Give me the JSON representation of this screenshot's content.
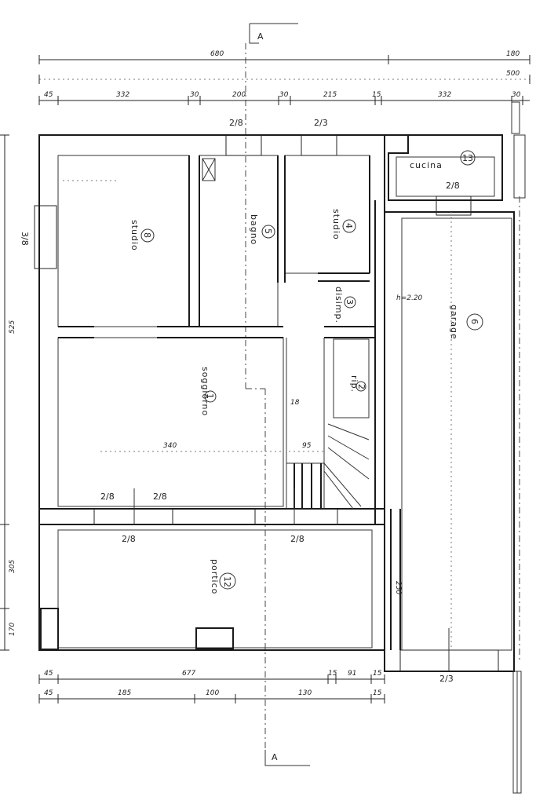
{
  "section_marks": {
    "top": "A",
    "bottom": "A"
  },
  "dims_top_row1": [
    "680",
    "180"
  ],
  "dims_top_row2": [
    "500"
  ],
  "dims_top_row3": [
    "45",
    "332",
    "30",
    "200",
    "30",
    "215",
    "15",
    "332",
    "30"
  ],
  "dims_bottom_row1": [
    "45",
    "677",
    "15",
    "91",
    "15"
  ],
  "dims_bottom_row2": [
    "45",
    "185",
    "100",
    "130",
    "15"
  ],
  "dims_left": [
    "525",
    "305",
    "170"
  ],
  "openings": [
    "2/8",
    "2/3",
    "2/8",
    "3/8",
    "2/8",
    "2/8",
    "2/8",
    "2/8",
    "2/3"
  ],
  "rooms": [
    {
      "name": "studio",
      "num": "8"
    },
    {
      "name": "bagno",
      "num": "5"
    },
    {
      "name": "studio",
      "num": "4"
    },
    {
      "name": "cucina",
      "num": "13"
    },
    {
      "name": "disimp.",
      "num": "3"
    },
    {
      "name": "garage",
      "num": "6"
    },
    {
      "name": "soggiorno",
      "num": "1"
    },
    {
      "name": "portico",
      "num": "12"
    },
    {
      "name": "rip.",
      "num": "2"
    }
  ],
  "annotations": {
    "h_dim_1": "340",
    "h_dim_2": "95",
    "h_dim_3": "500",
    "v_dim_stair": "18",
    "garage_note": "h=2.20",
    "wall_dim": "250"
  }
}
